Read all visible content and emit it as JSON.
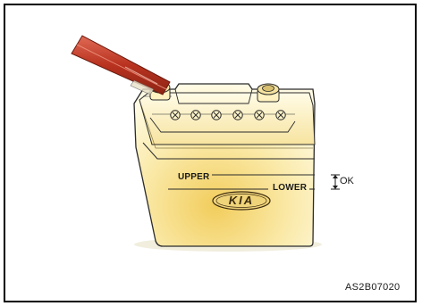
{
  "diagram": {
    "labels": {
      "upper": "UPPER",
      "lower": "LOWER",
      "ok": "OK",
      "brand": "KIA",
      "figure_code": "AS2B07020"
    },
    "colors": {
      "frame": "#000000",
      "battery_body_light": "#fff6c8",
      "battery_body_dark": "#f0cf6a",
      "battery_outline": "#2b2b2b",
      "hydrometer": "#c0392b"
    },
    "battery": {
      "cell_cap_count": 6
    },
    "icons": {
      "cell_cap": "cell-cap-icon",
      "terminal": "battery-terminal-icon",
      "level_range": "level-range-arrow-icon"
    }
  }
}
